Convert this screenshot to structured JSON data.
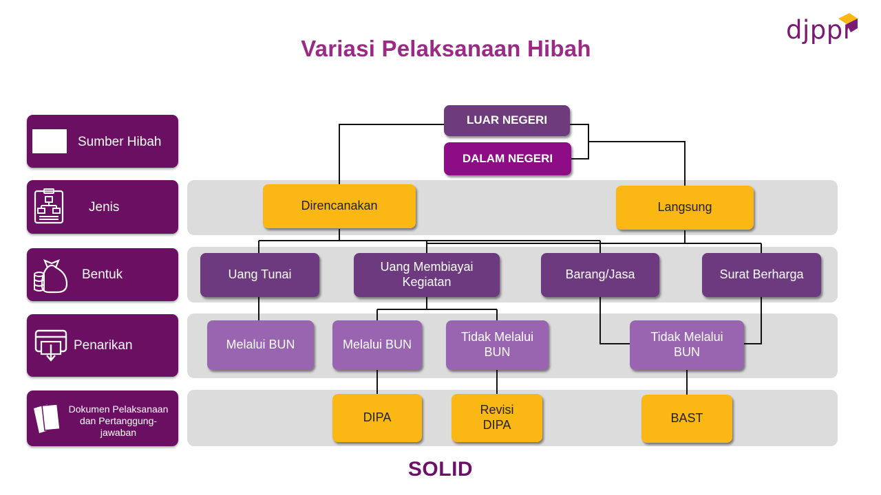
{
  "title": "Variasi Pelaksanaan Hibah",
  "logo": "djppr",
  "footer_logo": "SOLID",
  "rows": [
    {
      "label": "Sumber Hibah",
      "icon": "blank-rectangle-icon"
    },
    {
      "label": "Jenis",
      "icon": "org-chart-icon"
    },
    {
      "label": "Bentuk",
      "icon": "money-bag-coins-icon"
    },
    {
      "label": "Penarikan",
      "icon": "card-withdraw-icon"
    },
    {
      "label": "Dokumen Pelaksanaan dan Pertanggung-jawaban",
      "icon": "documents-icon"
    }
  ],
  "sources": {
    "luar": "LUAR NEGERI",
    "dalam": "DALAM NEGERI"
  },
  "jenis": {
    "direncanakan": "Direncanakan",
    "langsung": "Langsung"
  },
  "bentuk": {
    "uang_tunai": "Uang Tunai",
    "uang_membiayai": "Uang Membiayai Kegiatan",
    "barang_jasa": "Barang/Jasa",
    "surat_berharga": "Surat Berharga"
  },
  "penarikan": {
    "melalui_bun_1": "Melalui BUN",
    "melalui_bun_2": "Melalui BUN",
    "tidak_melalui_1": "Tidak Melalui BUN",
    "tidak_melalui_2": "Tidak Melalui BUN"
  },
  "dokumen": {
    "dipa": "DIPA",
    "revisi_dipa": "Revisi DIPA",
    "bast": "BAST"
  },
  "colors": {
    "title": "#9a2a84",
    "label_box": "#6b0f62",
    "source_luar": "#6e3b7c",
    "source_dalam": "#8e0c86",
    "yellow": "#fbb713",
    "purple": "#6d3a80",
    "light_purple": "#9a65b0",
    "band": "#dcdcdc"
  }
}
